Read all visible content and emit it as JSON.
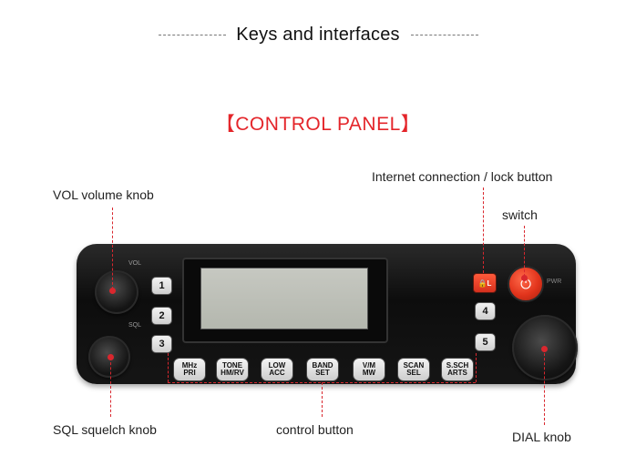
{
  "header": {
    "title": "Keys and interfaces",
    "subtitle": "【CONTROL PANEL】"
  },
  "callouts": {
    "vol": "VOL volume knob",
    "lock": "Internet connection / lock button",
    "switch": "switch",
    "sql": "SQL squelch knob",
    "control": "control button",
    "dial": "DIAL knob"
  },
  "radio": {
    "vol_label": "VOL",
    "sql_label": "SQL",
    "pwr_label": "PWR",
    "lock_key": "🔒L",
    "number_keys": [
      "1",
      "2",
      "3",
      "4",
      "5"
    ],
    "function_keys": [
      {
        "top": "MHz",
        "bottom": "PRI"
      },
      {
        "top": "TONE",
        "bottom": "HM/RV"
      },
      {
        "top": "LOW",
        "bottom": "ACC"
      },
      {
        "top": "BAND",
        "bottom": "SET"
      },
      {
        "top": "V/M",
        "bottom": "MW"
      },
      {
        "top": "SCAN",
        "bottom": "SEL"
      },
      {
        "top": "S.SCH",
        "bottom": "ARTS"
      }
    ]
  },
  "colors": {
    "accent": "#e4252a",
    "power_button": "#e2341c"
  }
}
